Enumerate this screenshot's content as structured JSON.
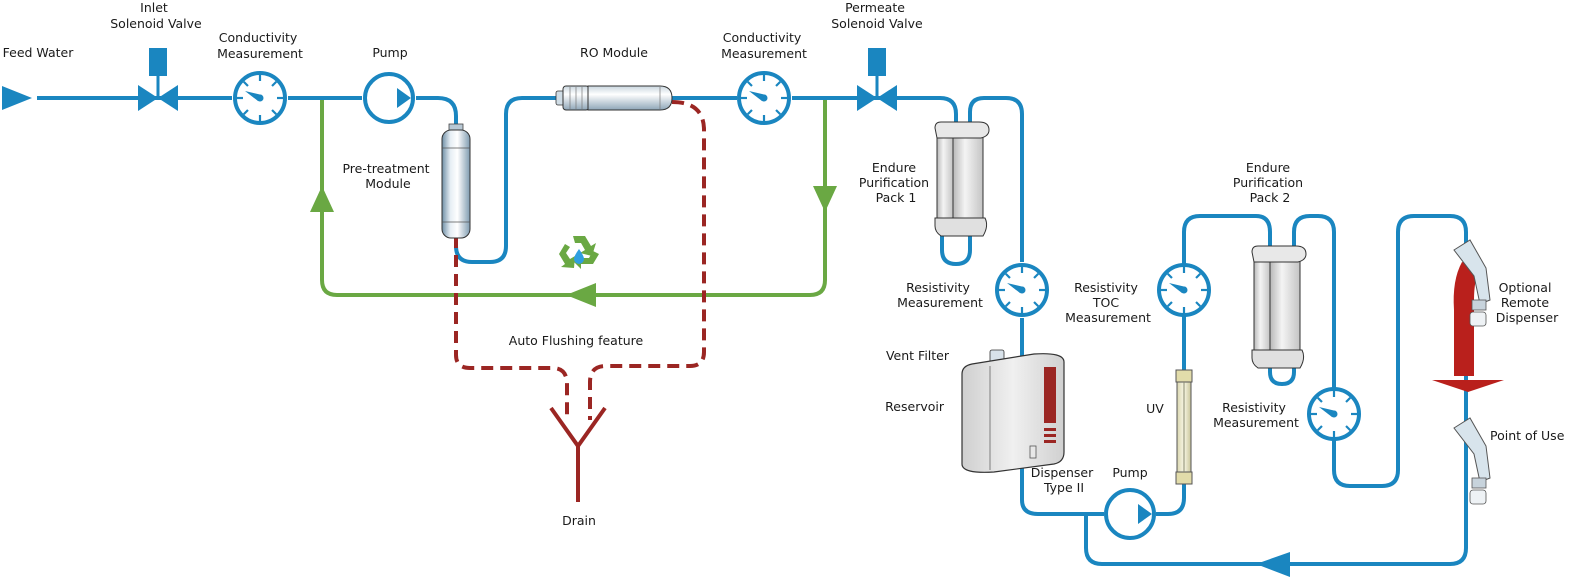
{
  "title": "Water purification system flow diagram",
  "colors": {
    "pipe": "#1a86c0",
    "recirculation": "#6aa843",
    "drain": "#9b2623",
    "dispenser_tube": "#c0231f"
  },
  "labels": {
    "feed_water": "Feed Water",
    "inlet_valve": [
      "Inlet",
      "Solenoid Valve"
    ],
    "conductivity_1": [
      "Conductivity",
      "Measurement"
    ],
    "pump_1": "Pump",
    "ro_module": "RO Module",
    "conductivity_2": [
      "Conductivity",
      "Measurement"
    ],
    "permeate_valve": [
      "Permeate",
      "Solenoid Valve"
    ],
    "pretreatment": [
      "Pre-treatment",
      "Module"
    ],
    "auto_flushing": "Auto Flushing feature",
    "drain": "Drain",
    "endure_pack_1": [
      "Endure",
      "Purification",
      "Pack 1"
    ],
    "resistivity_1": [
      "Resistivity",
      "Measurement"
    ],
    "vent_filter": "Vent Filter",
    "reservoir": "Reservoir",
    "dispenser_type2": [
      "Dispenser",
      "Type II"
    ],
    "pump_2": "Pump",
    "uv": "UV",
    "resistivity_toc": [
      "Resistivity",
      "TOC",
      "Measurement"
    ],
    "endure_pack_2": [
      "Endure",
      "Purification",
      "Pack 2"
    ],
    "resistivity_2": [
      "Resistivity",
      "Measurement"
    ],
    "remote_dispenser": [
      "Optional",
      "Remote",
      "Dispenser"
    ],
    "point_of_use": "Point of Use"
  },
  "icons": {
    "recycle": "recycle-water-drop-icon",
    "gauge": "gauge-icon",
    "pump": "pump-icon",
    "valve": "solenoid-valve-icon",
    "flow_arrow": "flow-arrow-icon"
  }
}
